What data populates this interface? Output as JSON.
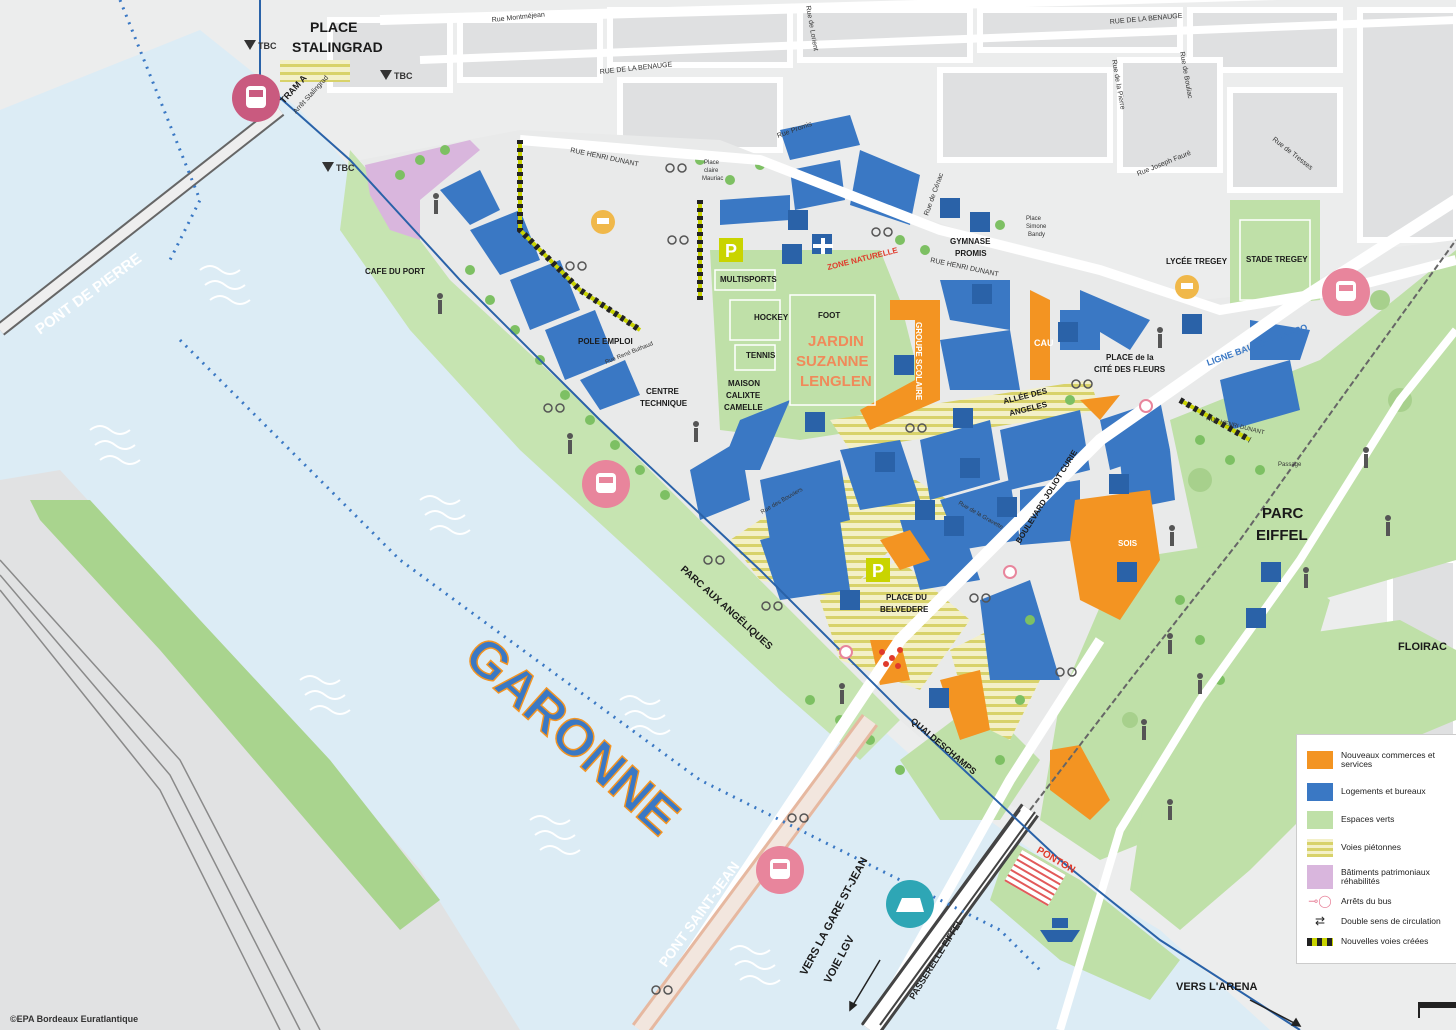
{
  "colors": {
    "water": "#dcecf5",
    "park": "#bfe0a8",
    "park_dark": "#8fc77a",
    "road": "#ffffff",
    "block_grey": "#e6e7e8",
    "housing": "#3a78c4",
    "commerce": "#f39422",
    "heritage": "#d9b6dd",
    "pedestrian": "#d8d26a",
    "railway": "#555555",
    "pink_icon": "#e8859c",
    "teal_icon": "#2ea6b5"
  },
  "labels": {
    "garonne": "GARONNE",
    "pont_de_pierre": "PONT DE PIERRE",
    "pont_saint_jean": "PONT SAINT-JEAN",
    "place_stalingrad_1": "PLACE",
    "place_stalingrad_2": "STALINGRAD",
    "tram_a": "TRAM A",
    "arret_stalingrad": "Arrêt Stalingrad",
    "cafe_du_port": "CAFE DU PORT",
    "pole_emploi": "POLE EMPLOI",
    "centre_technique_1": "CENTRE",
    "centre_technique_2": "TECHNIQUE",
    "multisports": "MULTISPORTS",
    "hockey": "HOCKEY",
    "tennis": "TENNIS",
    "foot": "FOOT",
    "jardin_1": "JARDIN",
    "jardin_2": "SUZANNE",
    "jardin_3": "LENGLEN",
    "maison_1": "MAISON",
    "maison_2": "CALIXTE",
    "maison_3": "CAMELLE",
    "zone_naturelle": "ZONE NATURELLE",
    "gymnase_1": "GYMNASE",
    "gymnase_2": "PROMIS",
    "groupe_scolaire": "GROUPE SCOLAIRE",
    "cau": "CAU",
    "allee_1": "ALLÉE DES",
    "allee_2": "ANGELES",
    "place_cite_1": "PLACE de la",
    "place_cite_2": "CITÉ DES FLEURS",
    "lycee": "LYCÉE TREGEY",
    "stade": "STADE TREGEY",
    "ligne": "LIGNE BAUDIN - CAMPO",
    "boulevard": "BOULEVARD JOLIOT CURIE",
    "place_belvedere_1": "PLACE DU",
    "place_belvedere_2": "BELVEDERE",
    "parc_angeliques": "PARC AUX ANGÉLIQUES",
    "quai": "QUAI DESCHAMPS",
    "sois": "SOIS",
    "parc_eiffel_1": "PARC",
    "parc_eiffel_2": "EIFFEL",
    "floirac": "FLOIRAC",
    "ponton": "PONTON",
    "vers_gare_1": "VERS LA GARE ST-JEAN",
    "vers_gare_2": "VOIE LGV",
    "passerelle": "PASSERELLE EIFFEL",
    "vers_arena": "VERS L'ARENA",
    "passage": "Passage"
  },
  "streets": {
    "rue_montmejean": "Rue Montméjean",
    "rue_benauge_top": "RUE DE LA BENAUGE",
    "rue_benauge_mid": "RUE DE LA BENAUGE",
    "rue_henri_dunant": "RUE HENRI DUNANT",
    "rue_henri_dunant_2": "RUE HENRI DUNANT",
    "rue_henri_dunant_3": "RUE HENRI DUNANT",
    "rue_de_la_pierre": "Rue de la Pierre",
    "rue_de_bouliac": "Rue de Bouliac",
    "rue_joseph_fauré": "Rue Joseph Fauré",
    "rue_de_tresses": "Rue de Tresses",
    "rue_promis": "Rue Promis",
    "rue_de_cenac": "Rue de Cénac",
    "rue_rene_buthaud": "Rue René Buthaud",
    "rue_de_lorient": "Rue de Lorient",
    "rue_des_bouviers": "Rue des Bouviers",
    "rue_de_la_gravette": "Rue de la Gravette",
    "place_claire_1": "Place",
    "place_claire_2": "claire",
    "place_claire_3": "Mauriac",
    "place_simone_1": "Place",
    "place_simone_2": "Simone",
    "place_simone_3": "Bandy"
  },
  "bus_badges": [
    "TBC",
    "TBC",
    "TBC"
  ],
  "legend": {
    "items": [
      {
        "label": "Nouveaux commerces et services",
        "color": "#f39422"
      },
      {
        "label": "Logements et bureaux",
        "color": "#3a78c4"
      },
      {
        "label": "Espaces verts",
        "color": "#bfe0a8"
      },
      {
        "label": "Voies piétonnes",
        "color": "#d8d26a"
      },
      {
        "label": "Bâtiments patrimoniaux réhabilités",
        "color": "#d9b6dd"
      },
      {
        "label": "Arrêts du bus",
        "color": "#e8859c"
      },
      {
        "label": "Double sens de circulation",
        "color": "#222222"
      },
      {
        "label": "Nouvelles voies créées",
        "color": "#c9d400"
      }
    ]
  },
  "credit": "©EPA Bordeaux Euratlantique",
  "icons": [
    "tram-icon",
    "bus-icon",
    "train-icon",
    "boat-icon",
    "parking-icon",
    "education-icon",
    "sport-icon",
    "health-icon",
    "walker-icon",
    "bike-icon"
  ]
}
